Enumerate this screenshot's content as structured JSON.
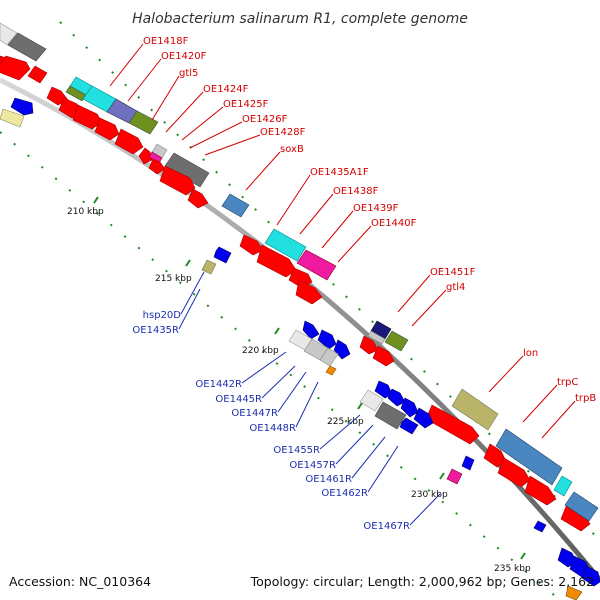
{
  "title": "Halobacterium salinarum R1, complete genome",
  "footer": {
    "accession": "Accession: NC_010364",
    "summary": "Topology: circular; Length: 2,000,962 bp; Genes: 2,162"
  },
  "colors": {
    "forward_label": "#d40000",
    "reverse_label": "#1c2fb0",
    "forward_gene": "#ff0000",
    "reverse_gene": "#0000ee",
    "backbone": "#9a9a9a",
    "tick": "#1f8a1f",
    "cog_cyan": "#22e0e0",
    "cog_gray": "#6e6e6e",
    "cog_olive": "#6f8f1f",
    "cog_steel": "#4a86c0",
    "cog_khaki": "#b9b46a",
    "cog_magenta": "#f01aa0",
    "cog_navy": "#1a1a7a",
    "cog_light": "#c8c8c8",
    "cog_pale": "#eee8a0",
    "cog_orange": "#f08a00"
  },
  "scale_labels": [
    "210 kbp",
    "215 kbp",
    "220 kbp",
    "225 kbp",
    "230 kbp",
    "235 kbp"
  ],
  "forward_labels": [
    "OE1418F",
    "OE1420F",
    "gtl5",
    "OE1424F",
    "OE1425F",
    "OE1426F",
    "OE1428F",
    "soxB",
    "OE1435A1F",
    "OE1438F",
    "OE1439F",
    "OE1440F",
    "OE1451F",
    "gtl4",
    "lon",
    "trpC",
    "trpB"
  ],
  "reverse_labels": [
    "hsp20D",
    "OE1435R",
    "OE1442R",
    "OE1445R",
    "OE1447R",
    "OE1448R",
    "OE1455R",
    "OE1457R",
    "OE1461R",
    "OE1462R",
    "OE1467R"
  ]
}
